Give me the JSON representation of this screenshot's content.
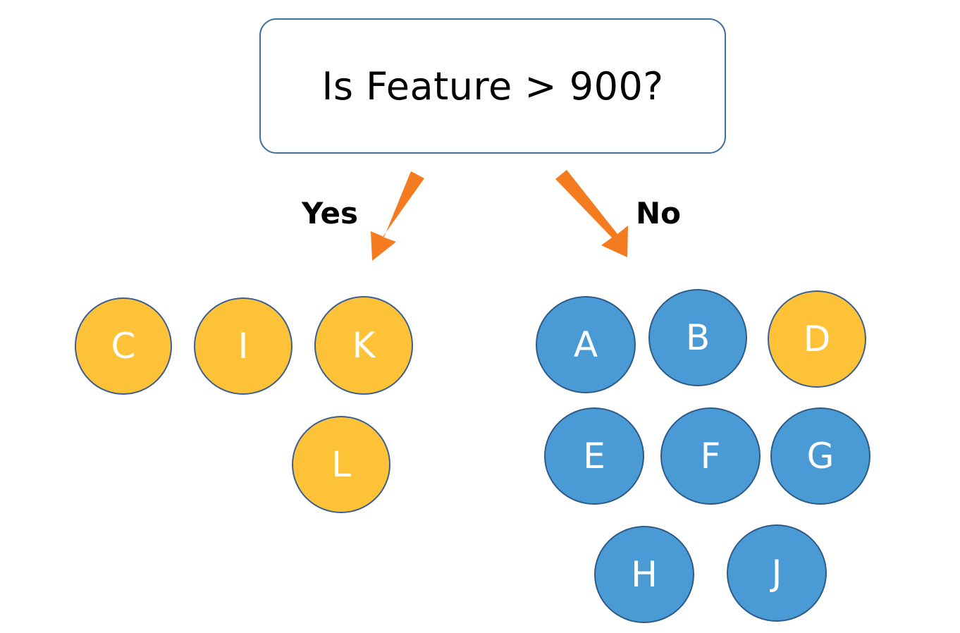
{
  "question": {
    "text": "Is Feature > 900?"
  },
  "branches": {
    "yes_label": "Yes",
    "no_label": "No"
  },
  "colors": {
    "gold_node": "#fdc238",
    "blue_node": "#4a9bd5",
    "arrow": "#f47b20",
    "box_border": "#41719c"
  },
  "yes_group": [
    {
      "label": "C",
      "color": "gold"
    },
    {
      "label": "I",
      "color": "gold"
    },
    {
      "label": "K",
      "color": "gold"
    },
    {
      "label": "L",
      "color": "gold"
    }
  ],
  "no_group": [
    {
      "label": "A",
      "color": "blue"
    },
    {
      "label": "B",
      "color": "blue"
    },
    {
      "label": "D",
      "color": "gold"
    },
    {
      "label": "E",
      "color": "blue"
    },
    {
      "label": "F",
      "color": "blue"
    },
    {
      "label": "G",
      "color": "blue"
    },
    {
      "label": "H",
      "color": "blue"
    },
    {
      "label": "J",
      "color": "blue"
    }
  ]
}
